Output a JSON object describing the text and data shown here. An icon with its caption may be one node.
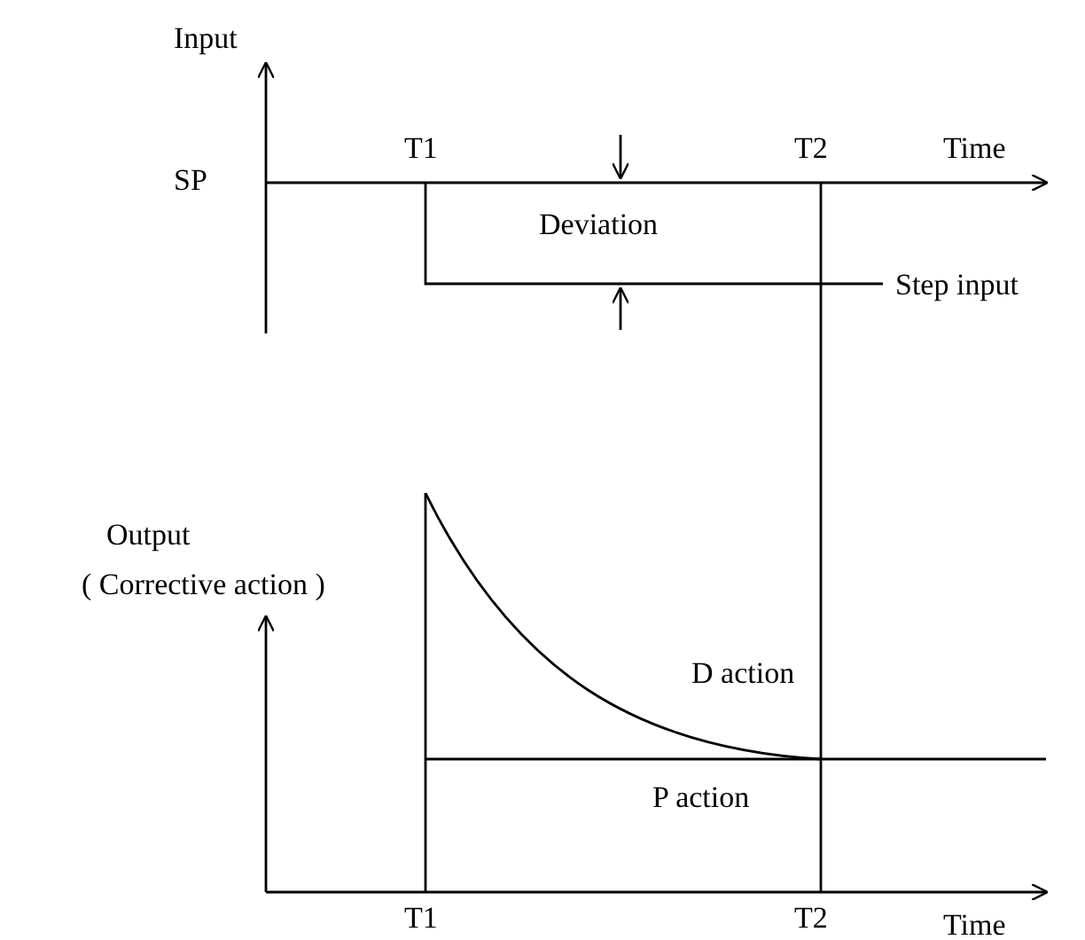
{
  "diagram": {
    "labels": [
      "Input",
      "T1",
      "T2",
      "Time",
      "SP",
      "Deviation",
      "Step input",
      "Output",
      "( Corrective action )",
      "D action",
      "P action",
      "T1",
      "T2",
      "Time"
    ]
  }
}
